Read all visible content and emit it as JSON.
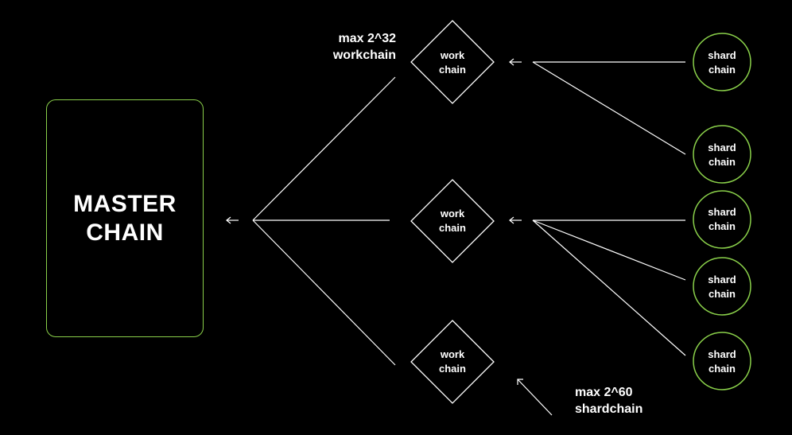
{
  "master_chain": {
    "line1": "MASTER",
    "line2": "CHAIN"
  },
  "workchains": [
    {
      "line1": "work",
      "line2": "chain"
    },
    {
      "line1": "work",
      "line2": "chain"
    },
    {
      "line1": "work",
      "line2": "chain"
    }
  ],
  "shardchains": [
    {
      "line1": "shard",
      "line2": "chain"
    },
    {
      "line1": "shard",
      "line2": "chain"
    },
    {
      "line1": "shard",
      "line2": "chain"
    },
    {
      "line1": "shard",
      "line2": "chain"
    },
    {
      "line1": "shard",
      "line2": "chain"
    }
  ],
  "annotations": {
    "workchain_limit": {
      "line1": "max 2^32",
      "line2": "workchain"
    },
    "shardchain_limit": {
      "line1": "max 2^60",
      "line2": "shardchain"
    }
  },
  "colors": {
    "background": "#000000",
    "accent_green": "#8ad04a",
    "line": "#ffffff",
    "text": "#ffffff"
  }
}
